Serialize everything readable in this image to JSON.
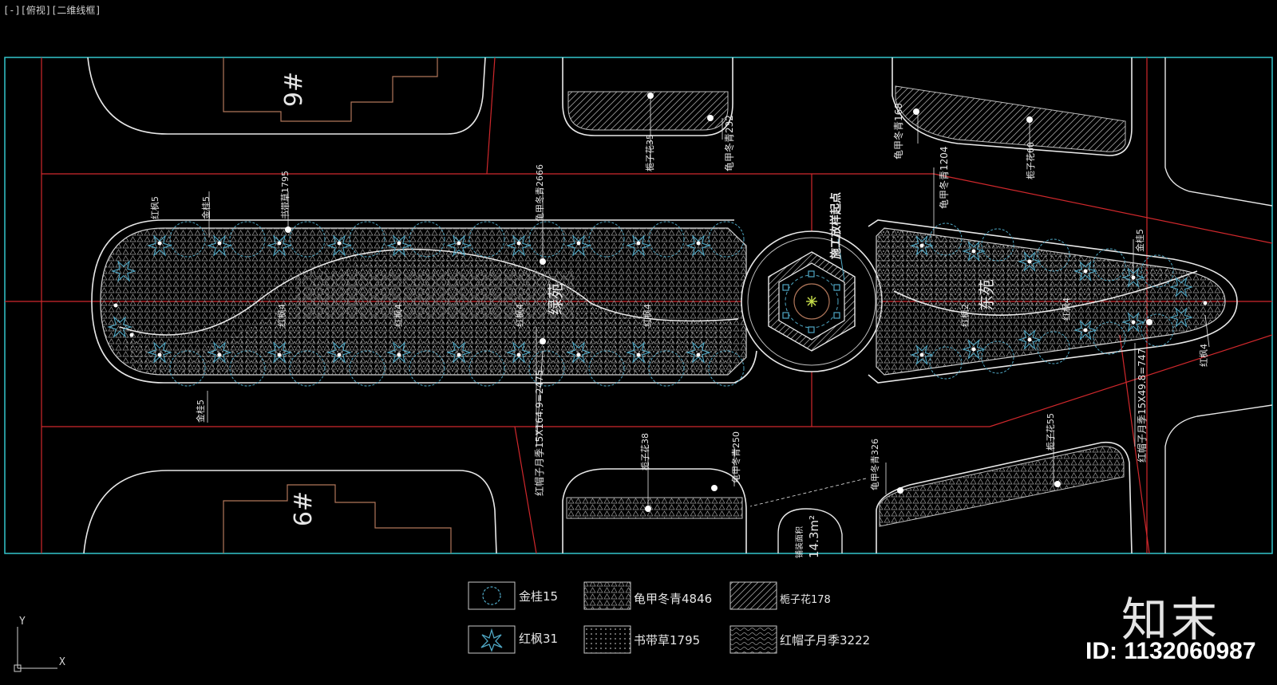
{
  "viewport": {
    "label": "[-][俯视][二维线框]"
  },
  "buildings": {
    "top": "9#",
    "bottom": "6#"
  },
  "annotations": {
    "left_top": [
      "红枫5",
      "金桂5",
      "书带草1795",
      "龟甲冬青2666"
    ],
    "left_mid": [
      "红枫4",
      "红枫4",
      "红枫4",
      "红枫4"
    ],
    "left_bottom": "金桂5",
    "left_zone": "绿苑",
    "right_zone": "东苑",
    "center": "施工放样起点",
    "right_top": [
      "龟甲冬青1204",
      "金桂5"
    ],
    "right_mid": [
      "红枫2",
      "红枫4"
    ],
    "right_end": "红枫4",
    "right_long": "红帽子月季15X49.8=747",
    "top_strip": [
      "龟甲冬青168",
      "栀子花60",
      "栀子花35",
      "龟甲冬青232"
    ],
    "bottom_strip": [
      "栀子花38",
      "龟甲冬青250",
      "龟甲冬青326",
      "栀子花55",
      "红帽子月季15X164.9=2475"
    ],
    "area_label": "14.3m²",
    "area_caption": "铺装面积"
  },
  "legend": [
    {
      "icon": "osmanthus-symbol",
      "label": "金桂15"
    },
    {
      "icon": "holly-hatch",
      "label": "龟甲冬青4846"
    },
    {
      "icon": "gardenia-hatch",
      "label": "栀子花178"
    },
    {
      "icon": "maple-symbol",
      "label": "红枫31"
    },
    {
      "icon": "liriope-hatch",
      "label": "书带草1795"
    },
    {
      "icon": "rose-hatch",
      "label": "红帽子月季3222"
    }
  ],
  "watermark": {
    "brand": "知末",
    "id": "ID: 1132060987"
  },
  "ucs": {
    "x": "X",
    "y": "Y"
  },
  "colors": {
    "border": "#33c6cc",
    "redline": "#d0282c",
    "outline": "#e8e8e8",
    "plant": "#4fa7c4",
    "brownline": "#b0765a"
  }
}
